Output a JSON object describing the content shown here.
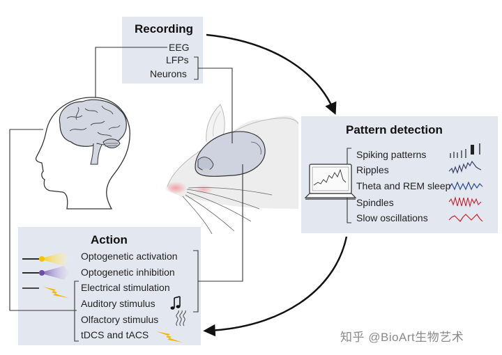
{
  "recording": {
    "title": "Recording",
    "items": [
      "EEG",
      "LFPs",
      "Neurons"
    ]
  },
  "pattern_detection": {
    "title": "Pattern detection",
    "items": [
      "Spiking patterns",
      "Ripples",
      "Theta and REM sleep",
      "Spindles",
      "Slow oscillations"
    ],
    "trace_colors": {
      "spiking": "#333333",
      "ripples": "#3a3f63",
      "theta": "#2a4a9a",
      "spindles": "#c8202a",
      "slow": "#c8202a"
    }
  },
  "action": {
    "title": "Action",
    "items": [
      "Optogenetic activation",
      "Optogenetic inhibition",
      "Electrical stimulation",
      "Auditory stimulus",
      "Olfactory stimulus",
      "tDCS and tACS"
    ],
    "icons": [
      "yellow-light-beam-icon",
      "purple-light-beam-icon",
      "lightning-bolt-icon",
      "music-note-icon",
      "odor-waves-icon",
      "lightning-bolt-icon"
    ]
  },
  "colors": {
    "panel": "#e3e7ef",
    "activation": "#f5c400",
    "inhibition": "#7a5fb0",
    "bolt": "#f3b800",
    "arrow": "#111111"
  },
  "watermark": "知乎 @BioArt生物艺术"
}
